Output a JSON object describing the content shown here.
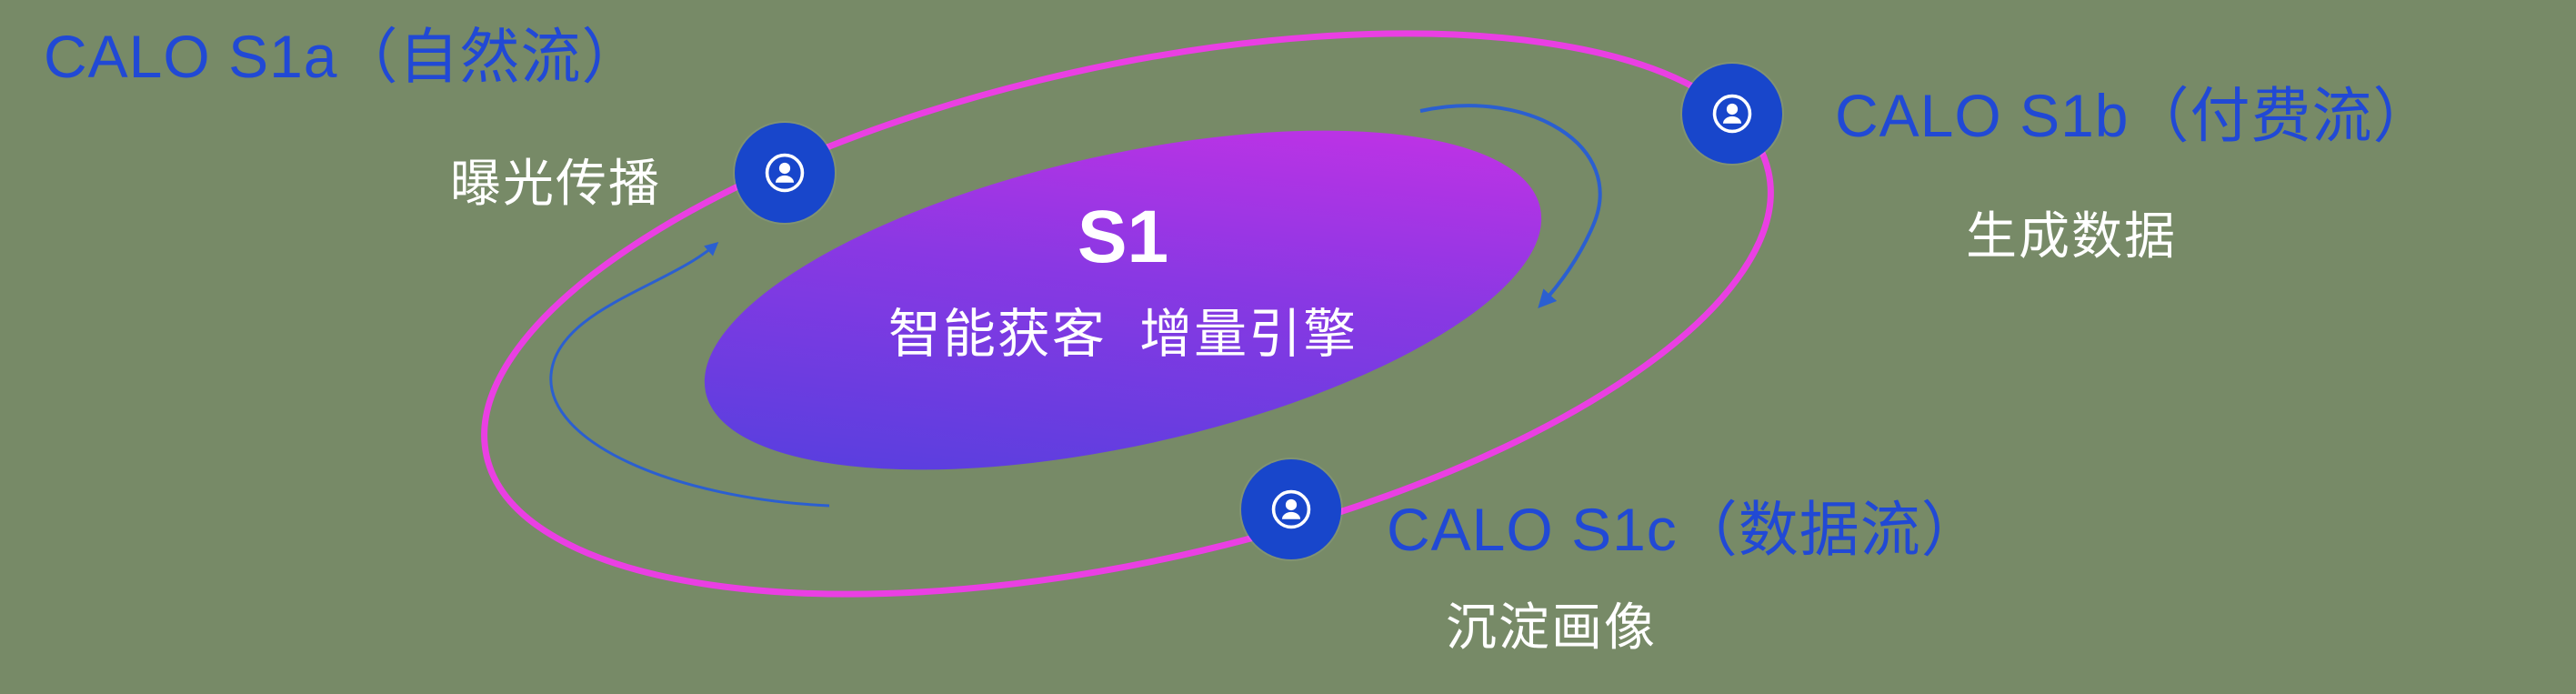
{
  "diagram": {
    "core": {
      "title": "S1",
      "subtitle": "智能获客  增量引擎"
    },
    "nodes": {
      "s1a": {
        "title": "CALO S1a（自然流）",
        "subtitle": "曝光传播"
      },
      "s1b": {
        "title": "CALO S1b（付费流）",
        "subtitle": "生成数据"
      },
      "s1c": {
        "title": "CALO S1c（数据流）",
        "subtitle": "沉淀画像"
      }
    },
    "icons": {
      "node_icon": "user-icon"
    },
    "colors": {
      "background_green": "#778a67",
      "title_blue": "#2149d5",
      "subtitle_white": "#ffffff",
      "orbit_magenta": "#ea3fe3",
      "node_blue": "#1846cb",
      "core_gradient_start": "#4a41dd",
      "core_gradient_end": "#d430e6",
      "arrow_blue": "#2b5fd0"
    }
  }
}
